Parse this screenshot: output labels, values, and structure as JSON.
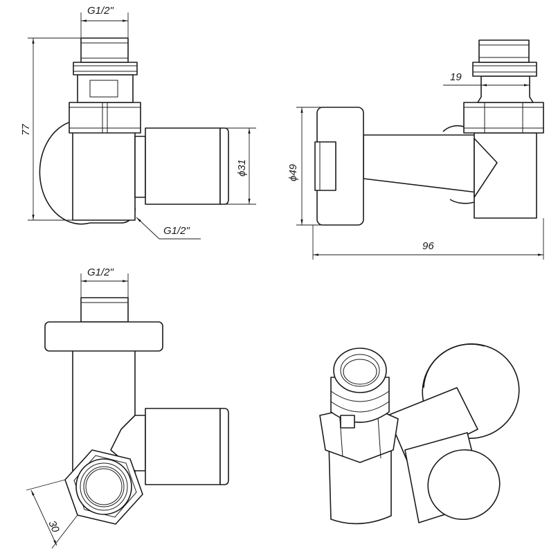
{
  "drawing": {
    "dimensions": {
      "front_top_thread": "G1/2\"",
      "front_height": "77",
      "front_outlet_diameter": "ϕ31",
      "front_bottom_thread": "G1/2\"",
      "side_plate_diameter": "ϕ49",
      "side_wrench_size": "19",
      "side_length": "96",
      "bottom_top_thread": "G1/2\"",
      "bottom_nut_size": "30"
    }
  }
}
